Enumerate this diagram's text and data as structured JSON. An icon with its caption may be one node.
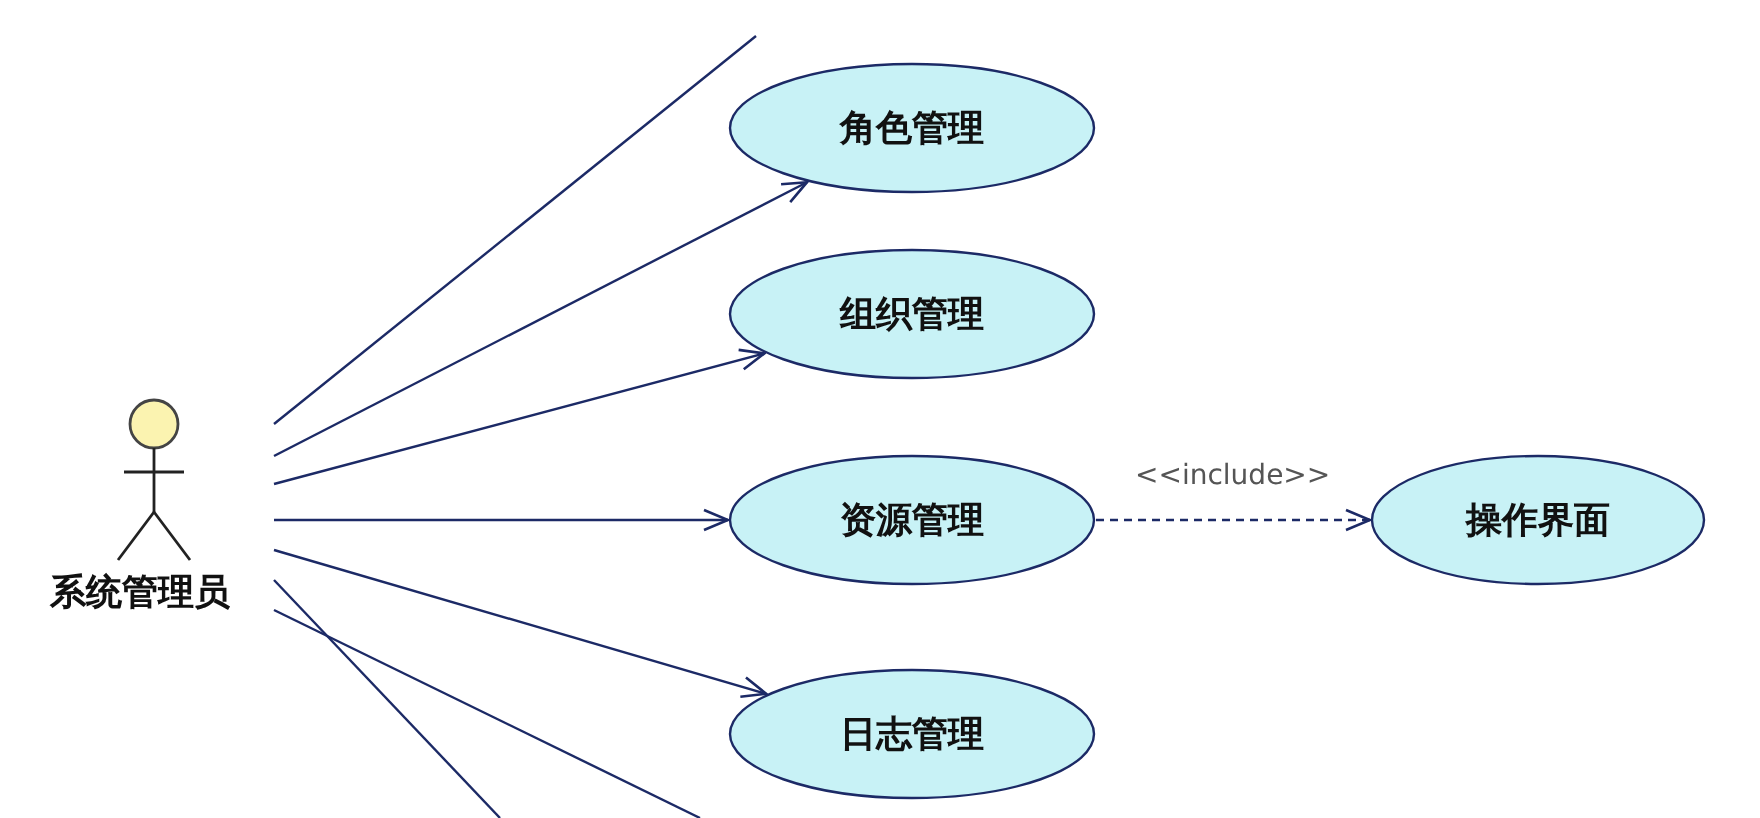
{
  "diagram": {
    "nodes": [
      {
        "text": [
          "系统管理员"
        ]
      },
      {
        "text": [
          "角色管理"
        ]
      },
      {
        "text": [
          "组织管理"
        ]
      },
      {
        "text": [
          "资源管理"
        ]
      },
      {
        "text": [
          "操作界面"
        ]
      },
      {
        "text": [
          "日志管理"
        ]
      }
    ],
    "edges": [
      {
        "from": 0,
        "to": null,
        "arrow": "none"
      },
      {
        "from": 0,
        "to": 1,
        "arrow": "to"
      },
      {
        "from": 0,
        "to": 2,
        "arrow": "to"
      },
      {
        "from": 0,
        "to": 3,
        "arrow": "to"
      },
      {
        "from": 3,
        "to": 4,
        "arrow": "to",
        "label": "<<include>>",
        "style": "dashed"
      },
      {
        "from": 0,
        "to": 5,
        "arrow": "to"
      },
      {
        "from": 0,
        "to": null,
        "arrow": "none"
      },
      {
        "from": 0,
        "to": null,
        "arrow": "none"
      }
    ]
  }
}
